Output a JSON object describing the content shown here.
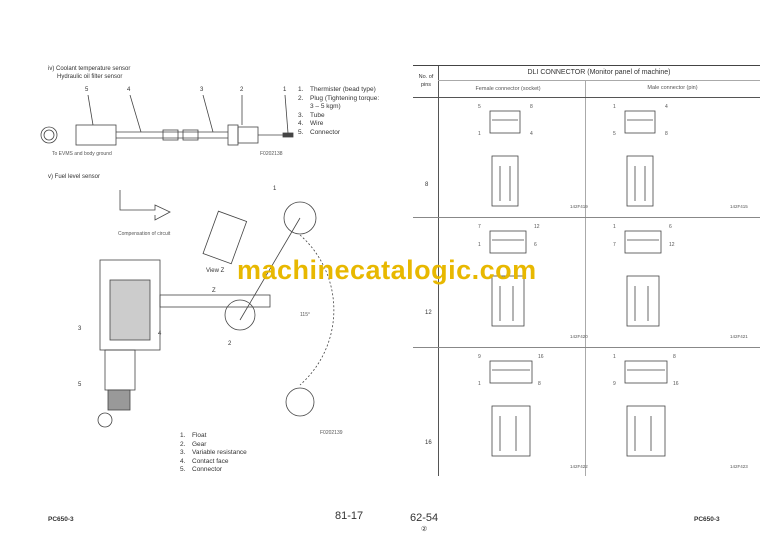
{
  "left_page": {
    "section_iv": {
      "title": "iv) Coolant temperature sensor",
      "subtitle": "Hydraulic oil filter sensor",
      "callouts": [
        "5",
        "4",
        "3",
        "2",
        "1"
      ],
      "parts": [
        {
          "n": "1.",
          "t": "Thermister (bead type)"
        },
        {
          "n": "2.",
          "t": "Plug (Tightening torque:"
        },
        {
          "n": "",
          "t": "3 – 5 kgm)"
        },
        {
          "n": "3.",
          "t": "Tube"
        },
        {
          "n": "4.",
          "t": "Wire"
        },
        {
          "n": "5.",
          "t": "Connector"
        }
      ],
      "note": "To EVMS and body ground",
      "fig_code": "F0202138"
    },
    "section_v": {
      "title": "v) Fuel level sensor",
      "circuit_label": "Compensation of circuit",
      "view_label": "View Z",
      "z_label": "Z",
      "angle": "115°",
      "callouts": [
        "1",
        "2",
        "3",
        "4",
        "5"
      ],
      "parts": [
        {
          "n": "1.",
          "t": "Float"
        },
        {
          "n": "2.",
          "t": "Gear"
        },
        {
          "n": "3.",
          "t": "Variable resistance"
        },
        {
          "n": "4.",
          "t": "Contact face"
        },
        {
          "n": "5.",
          "t": "Connector"
        }
      ],
      "fig_code": "F0202139"
    },
    "footer_model": "PC650-3",
    "page_number": "81-17"
  },
  "right_page": {
    "table": {
      "col_pins": "No. of pins",
      "title": "DLI CONNECTOR (Monitor panel of machine)",
      "col_female": "Female connector (socket)",
      "col_male": "Male connector (pin)",
      "rows": [
        {
          "pins": "8",
          "female": {
            "labels": [
              "5",
              "8",
              "1",
              "4"
            ],
            "code": "142F419"
          },
          "male": {
            "labels": [
              "1",
              "4",
              "5",
              "8"
            ],
            "code": "142F415"
          }
        },
        {
          "pins": "12",
          "female": {
            "labels": [
              "7",
              "12",
              "1",
              "6"
            ],
            "code": "142F420"
          },
          "male": {
            "labels": [
              "1",
              "6",
              "7",
              "12"
            ],
            "code": "142F421"
          }
        },
        {
          "pins": "16",
          "female": {
            "labels": [
              "9",
              "16",
              "1",
              "8"
            ],
            "code": "142F422"
          },
          "male": {
            "labels": [
              "1",
              "8",
              "9",
              "16"
            ],
            "code": "142F423"
          }
        }
      ]
    },
    "page_number": "62-54",
    "page_sub": "②",
    "footer_model": "PC650-3"
  },
  "watermark": "machinecatalogic.com"
}
